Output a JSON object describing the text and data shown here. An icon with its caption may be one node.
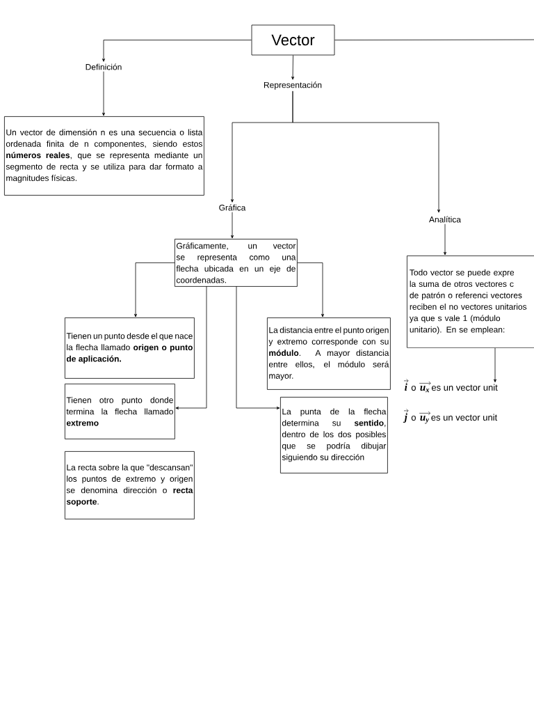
{
  "diagram": {
    "nodes": [
      {
        "text": [
          "Vector"
        ]
      },
      {
        "text": [
          "Definición"
        ]
      },
      {
        "text": [
          "Un vector de dimensión n es una secuencia o lista ordenada finita de n componentes, siendo estos **números reales**, que se representa mediante un segmento de recta y se utiliza para dar formato a magnitudes físicas."
        ]
      },
      {
        "text": [
          "Representación"
        ]
      },
      {
        "text": [
          "Gráfica"
        ]
      },
      {
        "text": [
          "Analítica"
        ]
      },
      {
        "text": [
          "Gráficamente, un vector se representa como una flecha ubicada en un eje de coordenadas."
        ]
      },
      {
        "text": [
          "Tienen un punto desde el que nace la flecha llamado **origen o punto de aplicación.**"
        ]
      },
      {
        "text": [
          "Tienen otro punto donde termina la flecha llamado **extremo**"
        ]
      },
      {
        "text": [
          "La recta sobre la que \"descansan\" los puntos de extremo y origen se denomina dirección o **recta soporte**."
        ]
      },
      {
        "text": [
          "La distancia entre el punto origen y extremo corresponde con su **módulo**. A mayor distancia entre ellos, el módulo será mayor."
        ]
      },
      {
        "text": [
          "La punta de la flecha determina su **sentido**, dentro de los dos posibles que se podría dibujar siguiendo su dirección"
        ]
      },
      {
        "text": [
          "Todo vector se puede expre la suma de otros vectores c de patrón o referenci vectores reciben el no vectores unitarios ya que s vale 1 (módulo unitario). En se emplean:"
        ]
      },
      {
        "text": [
          "i",
          "o",
          "u$_{x}$",
          "es un vector unit"
        ]
      }
    ],
    "edges": [
      {
        "from": 0,
        "to": 1,
        "arrow": "to"
      },
      {
        "from": 0,
        "to": 3,
        "arrow": "to"
      },
      {
        "from": 0,
        "to": null,
        "arrow": "none"
      },
      {
        "from": 1,
        "to": 2,
        "arrow": "to"
      },
      {
        "from": 3,
        "to": 4,
        "arrow": "to"
      },
      {
        "from": 3,
        "to": 5,
        "arrow": "to"
      },
      {
        "from": 4,
        "to": 6,
        "arrow": "to"
      },
      {
        "from": 6,
        "to": 7,
        "arrow": "to"
      },
      {
        "from": 6,
        "to": 8,
        "arrow": "to"
      },
      {
        "from": 6,
        "to": 11,
        "arrow": "to"
      },
      {
        "from": 6,
        "to": 10,
        "arrow": "to"
      },
      {
        "from": 5,
        "to": 12,
        "arrow": "to"
      },
      {
        "from": 12,
        "to": 13,
        "arrow": "to"
      }
    ],
    "labels": [
      "j",
      "o",
      "u$_{y}$",
      "es un vector unit"
    ]
  }
}
